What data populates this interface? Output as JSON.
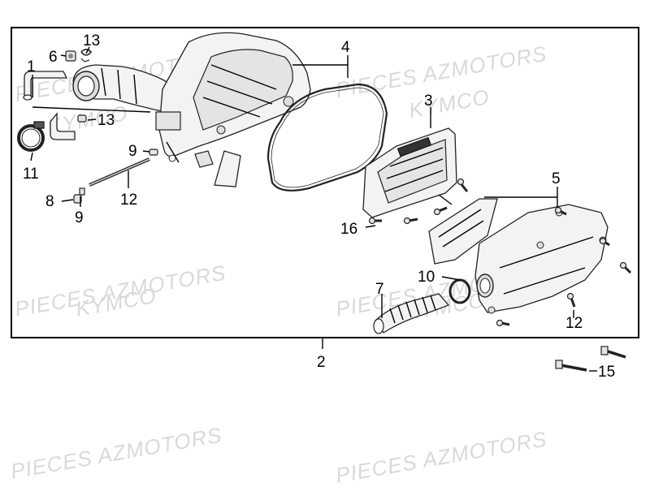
{
  "watermark": {
    "line1": "PIECES AZMOTORS",
    "line2": "KYMCO"
  },
  "callouts": [
    {
      "id": "c1",
      "label": "1"
    },
    {
      "id": "c6",
      "label": "6"
    },
    {
      "id": "c13a",
      "label": "13"
    },
    {
      "id": "c13b",
      "label": "13"
    },
    {
      "id": "c11",
      "label": "11"
    },
    {
      "id": "c9a",
      "label": "9"
    },
    {
      "id": "c8",
      "label": "8"
    },
    {
      "id": "c9b",
      "label": "9"
    },
    {
      "id": "c12a",
      "label": "12"
    },
    {
      "id": "c4",
      "label": "4"
    },
    {
      "id": "c3",
      "label": "3"
    },
    {
      "id": "c5",
      "label": "5"
    },
    {
      "id": "c16",
      "label": "16"
    },
    {
      "id": "c10",
      "label": "10"
    },
    {
      "id": "c7",
      "label": "7"
    },
    {
      "id": "c12b",
      "label": "12"
    },
    {
      "id": "c2",
      "label": "2"
    },
    {
      "id": "c15",
      "label": "15"
    }
  ]
}
